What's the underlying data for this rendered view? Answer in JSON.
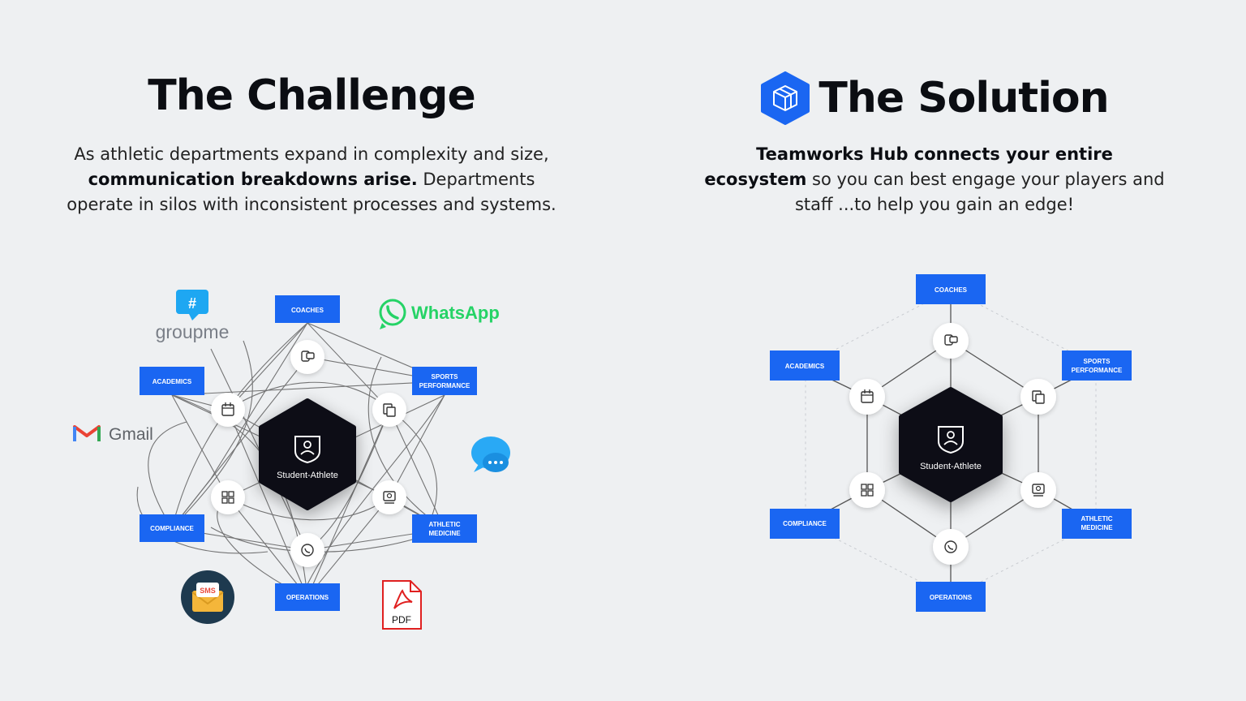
{
  "challenge": {
    "title": "The Challenge",
    "desc_1": "As athletic departments expand in complexity and size, ",
    "desc_bold": "communication breakdowns arise.",
    "desc_2": " Departments operate in silos with inconsistent processes and systems."
  },
  "solution": {
    "title": "The Solution",
    "desc_bold": "Teamworks Hub connects your entire ecosystem",
    "desc_2": " so you can best engage your players and staff ...to help you gain an edge!"
  },
  "hub_label": "Student-Athlete",
  "departments": {
    "coaches": "COACHES",
    "sports_perf_1": "SPORTS",
    "sports_perf_2": "PERFORMANCE",
    "athletic_med_1": "ATHLETIC",
    "athletic_med_2": "MEDICINE",
    "operations": "OPERATIONS",
    "compliance": "COMPLIANCE",
    "academics": "ACADEMICS"
  },
  "brands": {
    "groupme": "groupme",
    "whatsapp": "WhatsApp",
    "gmail": "Gmail",
    "sms": "SMS",
    "pdf": "PDF"
  },
  "colors": {
    "accent": "#1a66f2",
    "hub": "#0d1117",
    "whatsapp": "#25d366",
    "pdf": "#e02020"
  }
}
